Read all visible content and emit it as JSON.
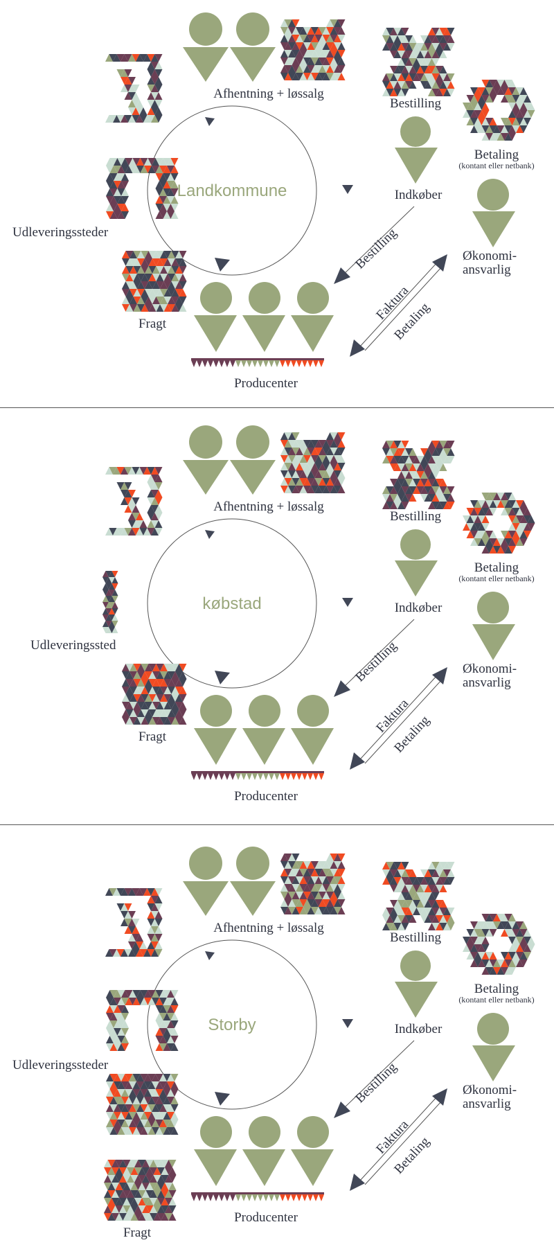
{
  "colors": {
    "person": "#9aa77c",
    "dark": "#414757",
    "red": "#f04b22",
    "plum": "#6b3e54",
    "mint": "#c9ddd2",
    "olive": "#9aa77c",
    "text": "#2f3340"
  },
  "panels": [
    {
      "circle_title": "Landkommune",
      "pickup_label": "Afhentning + løssalg",
      "order_label": "Bestilling",
      "payment_label": "Betaling",
      "payment_sub": "(kontant eller netbank)",
      "buyer_label": "Indkøber",
      "finance_label_1": "Økonomi-",
      "finance_label_2": "ansvarlig",
      "delivery_label": "Udleveringssteder",
      "freight_label": "Fragt",
      "producer_label": "Producenter",
      "arrow_order": "Bestilling",
      "arrow_invoice": "Faktura",
      "arrow_payment": "Betaling"
    },
    {
      "circle_title": "købstad",
      "pickup_label": "Afhentning + løssalg",
      "order_label": "Bestilling",
      "payment_label": "Betaling",
      "payment_sub": "(kontant eller netbank)",
      "buyer_label": "Indkøber",
      "finance_label_1": "Økonomi-",
      "finance_label_2": "ansvarlig",
      "delivery_label": "Udleveringssted",
      "freight_label": "Fragt",
      "producer_label": "Producenter",
      "arrow_order": "Bestilling",
      "arrow_invoice": "Faktura",
      "arrow_payment": "Betaling"
    },
    {
      "circle_title": "Storby",
      "pickup_label": "Afhentning + løssalg",
      "order_label": "Bestilling",
      "payment_label": "Betaling",
      "payment_sub": "(kontant eller netbank)",
      "buyer_label": "Indkøber",
      "finance_label_1": "Økonomi-",
      "finance_label_2": "ansvarlig",
      "delivery_label": "Udleveringssteder",
      "freight_label": "Fragt",
      "producer_label": "Producenter",
      "arrow_order": "Bestilling",
      "arrow_invoice": "Faktura",
      "arrow_payment": "Betaling"
    }
  ]
}
